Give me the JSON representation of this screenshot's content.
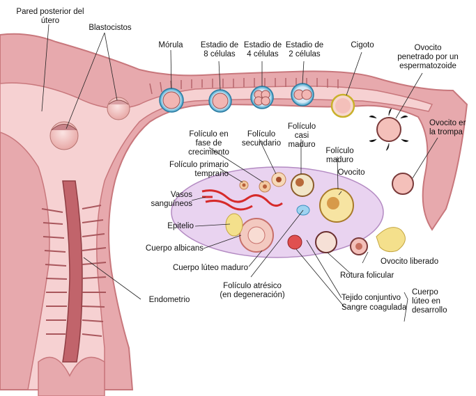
{
  "labels": {
    "pared_posterior": "Pared posterior del\nútero",
    "blastocistos": "Blastocistos",
    "morula": "Mórula",
    "estadio8": "Estadio de\n8 células",
    "estadio4": "Estadio de\n4 células",
    "estadio2": "Estadio de\n2 células",
    "cigoto": "Cigoto",
    "ovocito_penetrado": "Ovocito\npenetrado por un\nespermatozoide",
    "ovocito_trompa": "Ovocito er\nla trompa",
    "foliculo_crecimiento": "Folículo en\nfase de\ncrecimiento",
    "foliculo_secundario": "Folículo\nsecundario",
    "foliculo_casi_maduro": "Folículo\ncasi\nmaduro",
    "foliculo_maduro": "Folículo\nmaduro",
    "ovocito": "Ovocito",
    "foliculo_primario": "Folículo primario\ntemprano",
    "vasos": "Vasos\nsanguíneos",
    "epitelio": "Epitelio",
    "cuerpo_albicans": "Cuerpo albicans",
    "cuerpo_luteo_maduro": "Cuerpo lúteo maduro",
    "foliculo_atresico": "Folículo atrésico\n(en degeneración)",
    "endometrio": "Endometrio",
    "ovocito_liberado": "Ovocito liberado",
    "rotura_folicular": "Rotura folicular",
    "tejido_conjuntivo": "Tejido conjuntivo",
    "sangre_coagulada": "Sangre coagulada",
    "cuerpo_luteo_desarrollo": "Cuerpo\nlúteo en\ndesarrollo"
  },
  "colors": {
    "uterus": "#e7a9ad",
    "uterus_dark": "#c8777c",
    "endometrium": "#f4c9ca",
    "ovary": "#e9d3f0",
    "vessel": "#d62a2a",
    "yellow": "#f4e08c"
  }
}
